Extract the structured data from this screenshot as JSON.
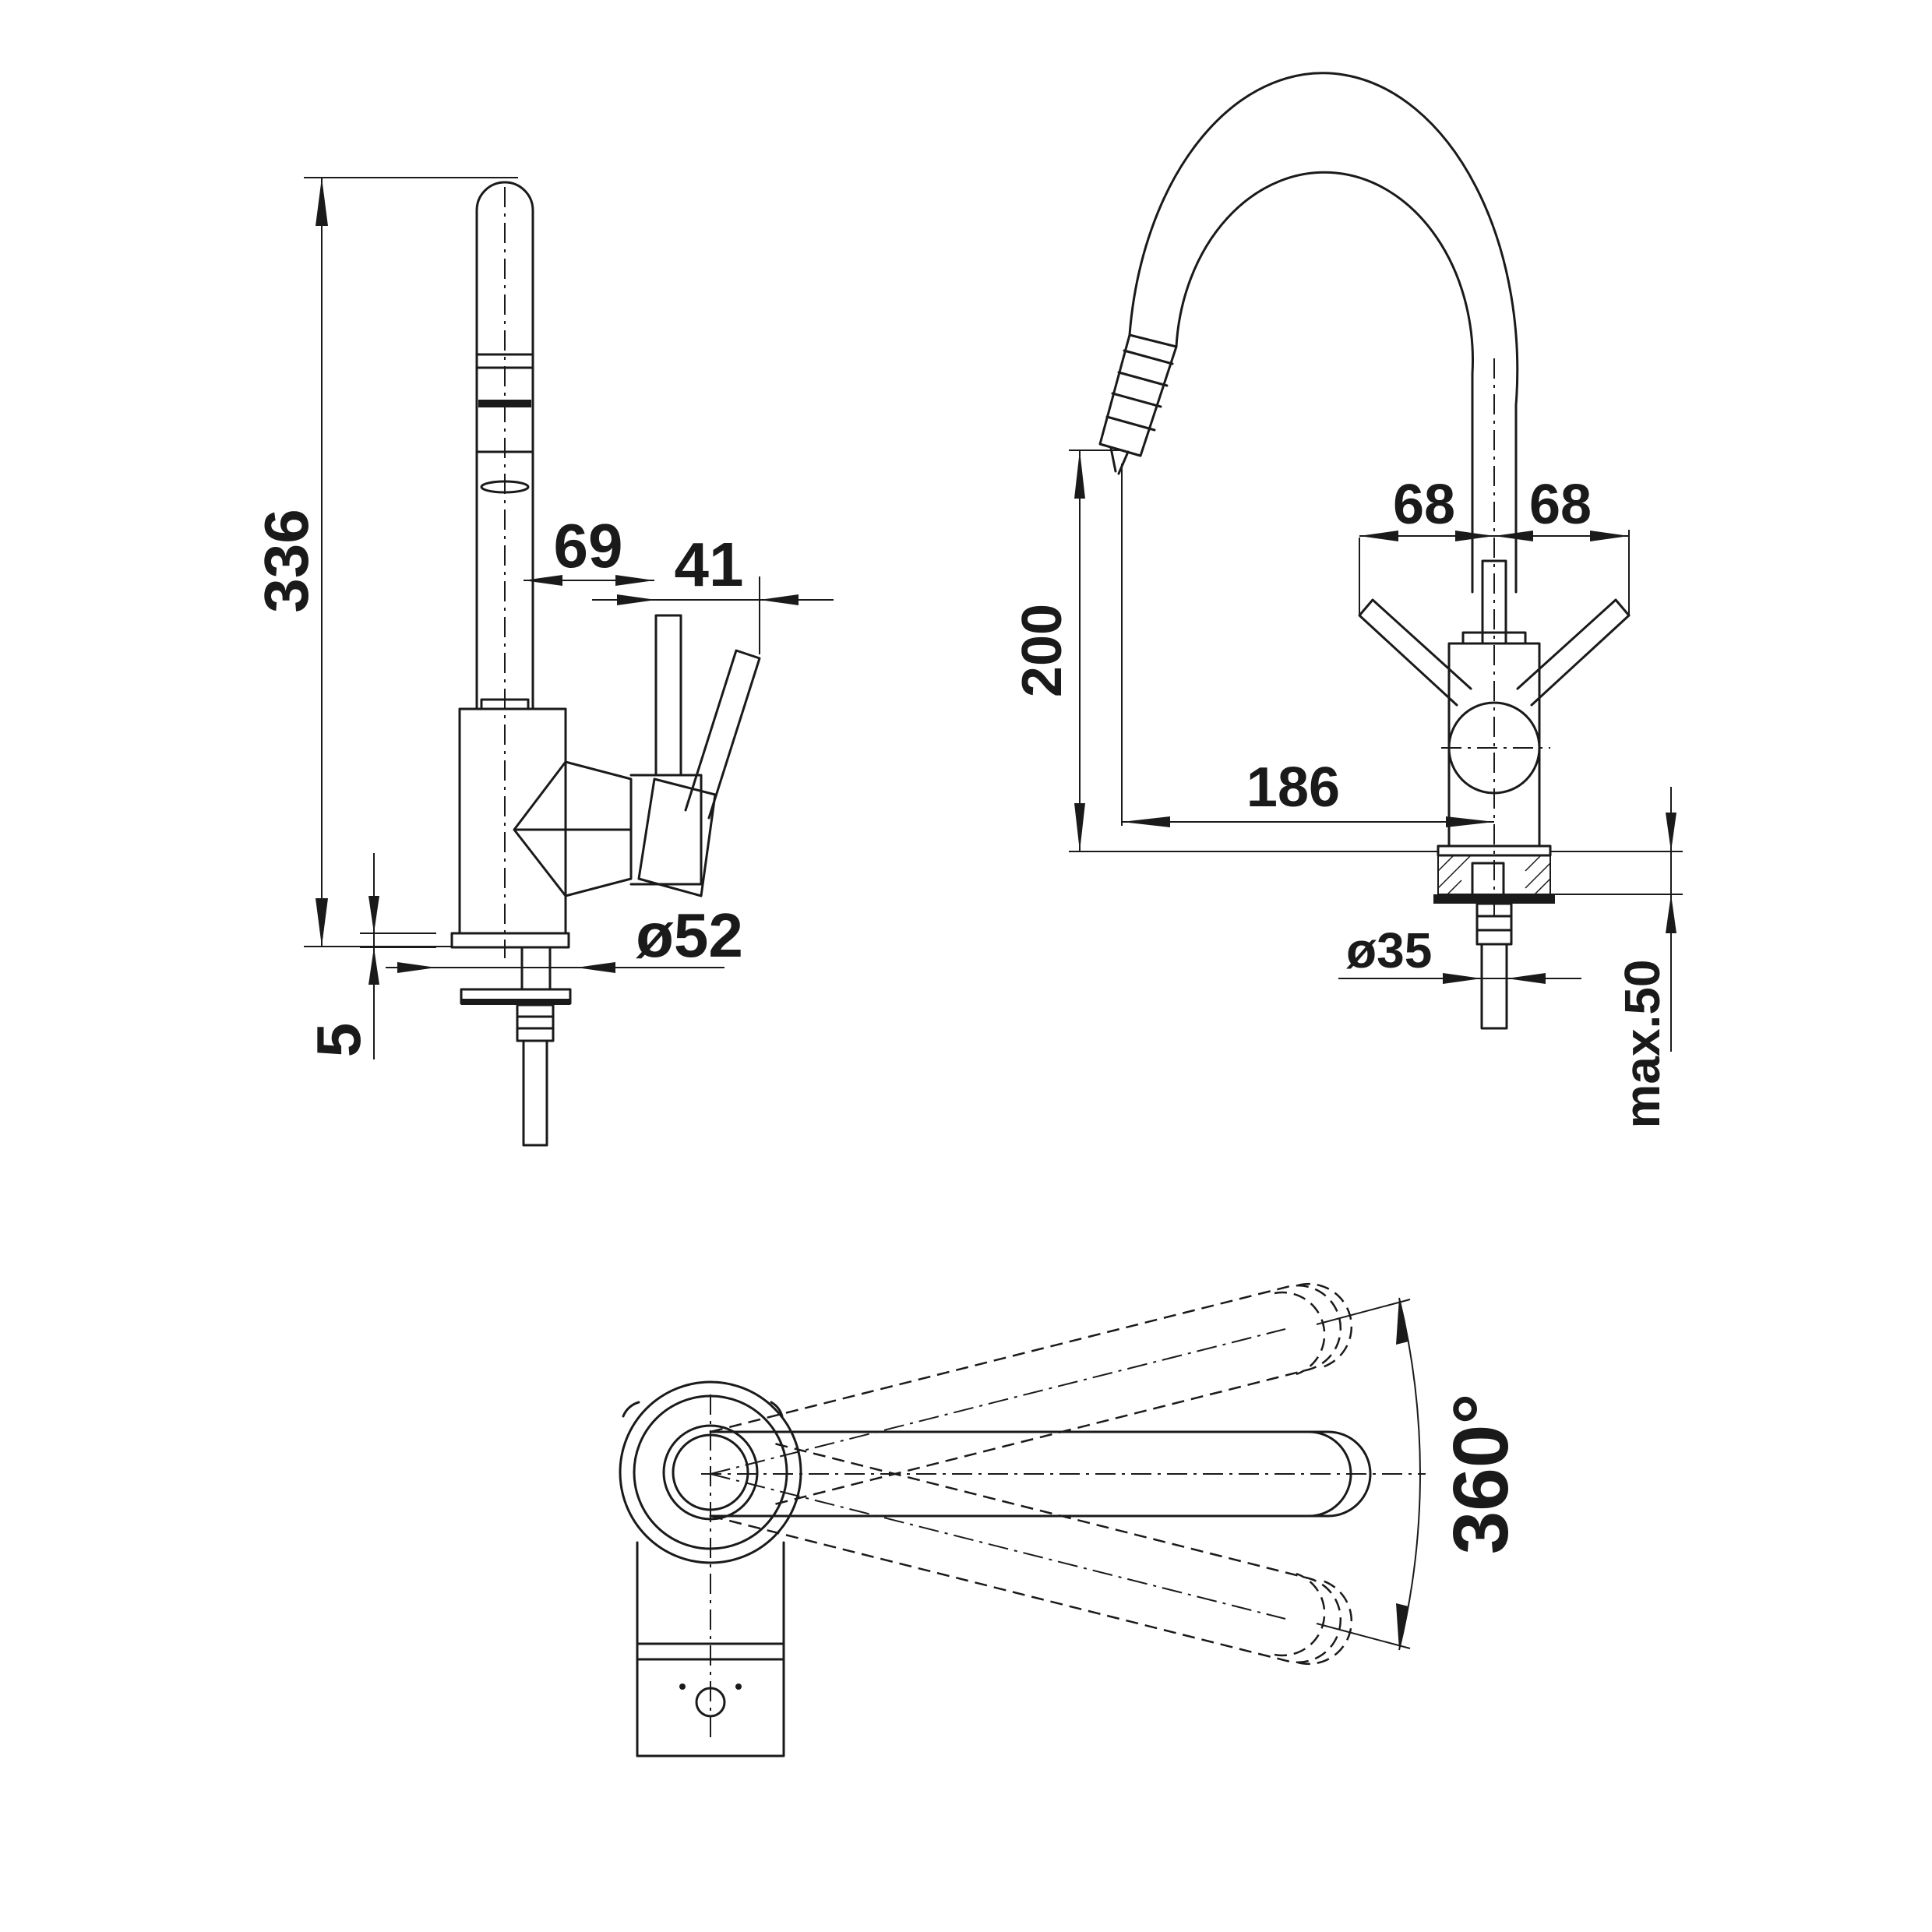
{
  "side_view": {
    "height_total": "336",
    "spout_offset": "69",
    "lever_offset": "41",
    "base_diameter": "ø52",
    "base_thickness": "5"
  },
  "front_view": {
    "lever_left": "68",
    "lever_right": "68",
    "spout_height": "200",
    "spout_reach": "186",
    "shank_diameter": "ø35",
    "max_deck_thickness": "max.50"
  },
  "top_view": {
    "rotation": "360°"
  },
  "colors": {
    "line": "#1a1a1a",
    "background": "#ffffff"
  }
}
